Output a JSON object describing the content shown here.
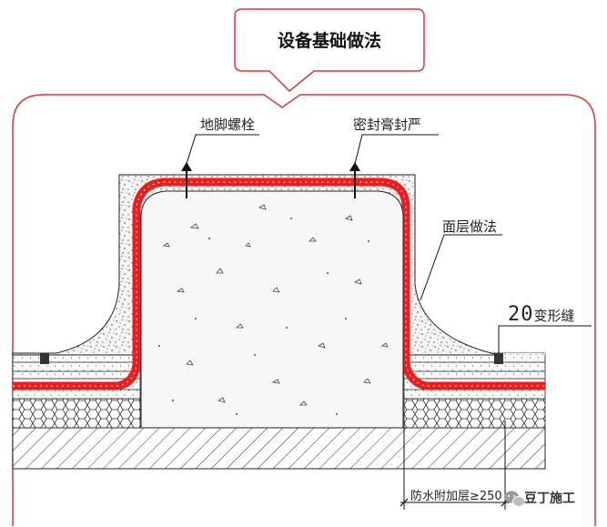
{
  "title": "设备基础做法",
  "labels": {
    "anchor_bolt": "地脚螺栓",
    "sealant": "密封膏封严",
    "surface_layer": "面层做法",
    "joint_number": "20",
    "joint_text": "变形缝",
    "waterproof_add": "防水附加层≥250",
    "watermark": "豆丁施工"
  },
  "colors": {
    "frame": "#d63a3a",
    "membrane": "#ee1c1c",
    "line": "#111111",
    "watermark_icon": "#9a9a9a"
  },
  "icons": {
    "watermark": "wechat-icon"
  }
}
